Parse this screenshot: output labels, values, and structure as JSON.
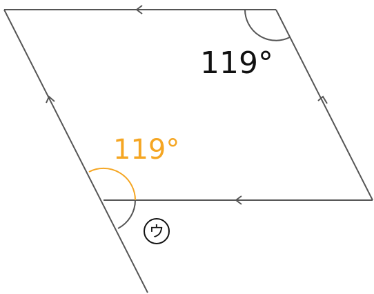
{
  "figure": {
    "angle_top_right": "119°",
    "angle_interior_bottom_left": "119°",
    "angle_exterior_label": "ウ",
    "colors": {
      "line": "#555555",
      "highlight": "#f5a623",
      "text": "#111111"
    }
  }
}
